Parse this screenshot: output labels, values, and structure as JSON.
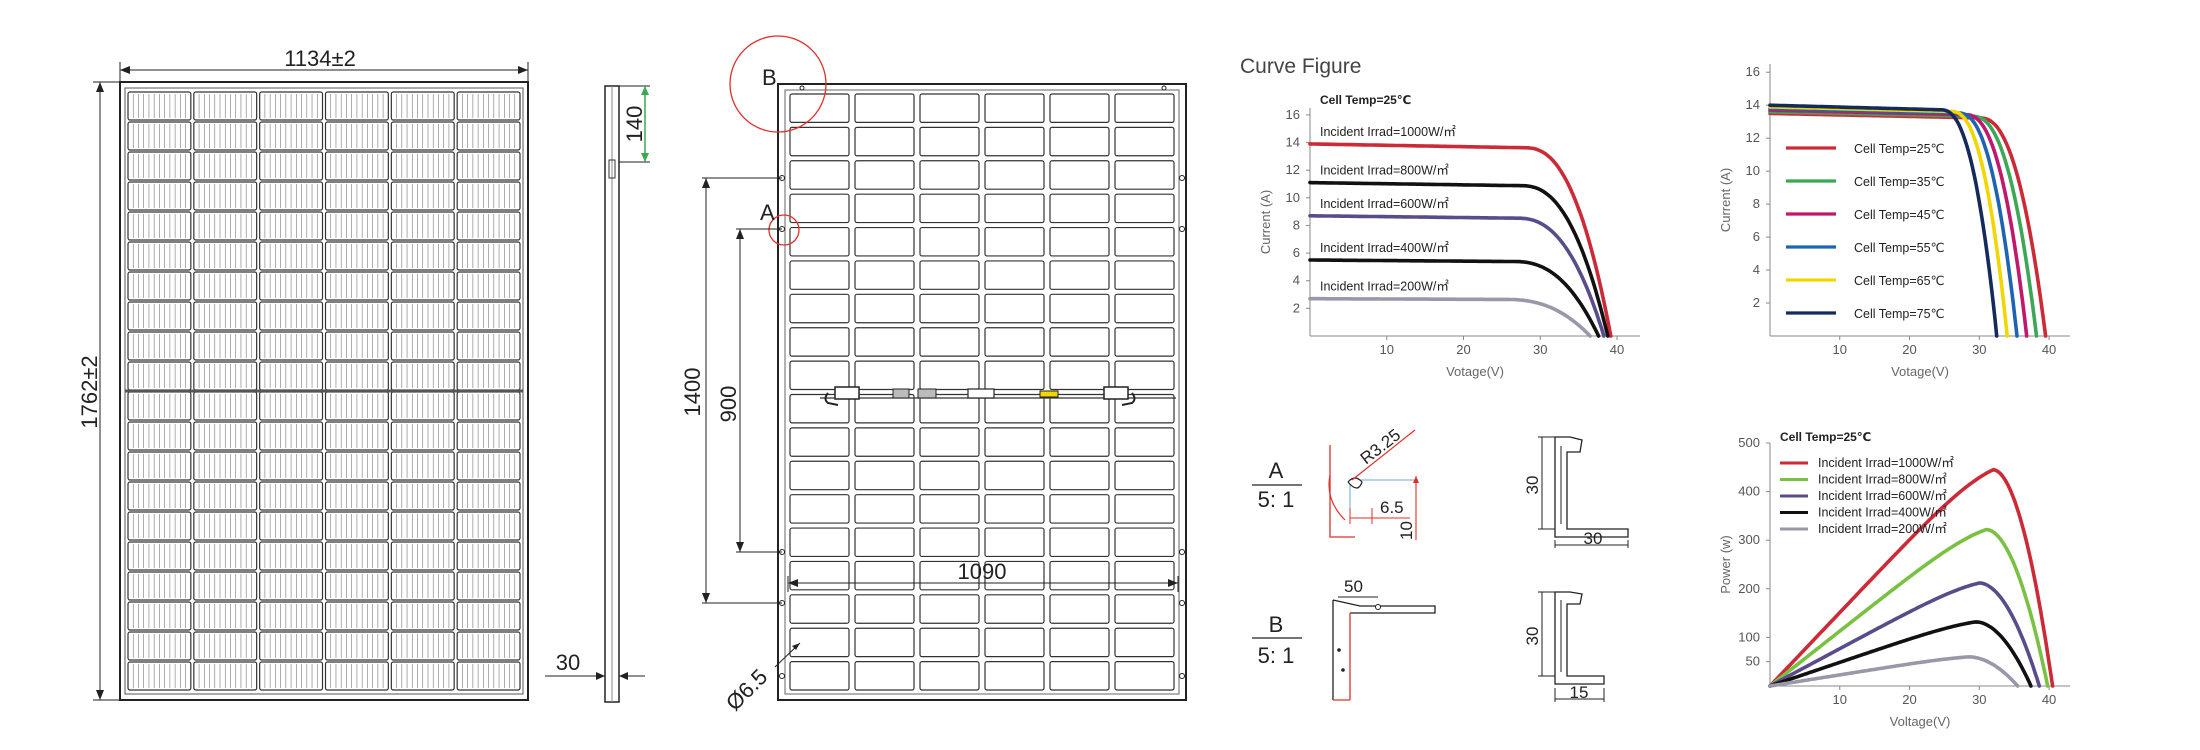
{
  "front_view": {
    "width_label": "1134±2",
    "height_label": "1762±2",
    "columns": 6,
    "rows": 20
  },
  "side_view": {
    "top_label": "140",
    "thickness_label": "30"
  },
  "rear_view": {
    "detail_b": "B",
    "detail_a": "A",
    "height_1400": "1400",
    "height_900": "900",
    "width_1090": "1090",
    "hole_label": "Ø6.5",
    "columns": 6,
    "rows": 18
  },
  "details": {
    "a": {
      "name": "A",
      "scale": "5: 1",
      "r_label": "R3.25",
      "w_label": "6.5",
      "h_label": "10"
    },
    "b": {
      "name": "B",
      "scale": "5: 1",
      "w_label": "50"
    },
    "profile1": {
      "h_label": "30",
      "w_label": "30"
    },
    "profile2": {
      "h_label": "30",
      "w_label": "15"
    }
  },
  "curve_title": "Curve Figure",
  "colors": {
    "red": "#cc2a36",
    "green": "#3aa855",
    "magenta": "#c2186b",
    "blue": "#1f63b3",
    "yellow": "#f2d600",
    "navy": "#142a5c",
    "black": "#111111",
    "purple": "#5a4b8a",
    "gray": "#9a97a8",
    "lightgreen": "#7ac143",
    "dimred": "#e0302a"
  },
  "chart_data": [
    {
      "type": "line",
      "title": "",
      "xlabel": "Votage(V)",
      "ylabel": "Current (A)",
      "xlim": [
        0,
        43
      ],
      "ylim": [
        0,
        16.5
      ],
      "xticks": [
        10,
        20,
        30,
        40
      ],
      "yticks": [
        2,
        4,
        6,
        8,
        10,
        12,
        14,
        16
      ],
      "legend_header": "Cell Temp=25℃",
      "series": [
        {
          "name": "Incident Irrad=1000W/㎡",
          "color": "red",
          "isc": 13.9,
          "knee": 28,
          "voc": 39.2
        },
        {
          "name": "Incident Irrad=800W/㎡",
          "color": "black",
          "isc": 11.1,
          "knee": 27.5,
          "voc": 38.8
        },
        {
          "name": "Incident Irrad=600W/㎡",
          "color": "purple",
          "isc": 8.7,
          "knee": 27,
          "voc": 38.3
        },
        {
          "name": "Incident Irrad=400W/㎡",
          "color": "black",
          "isc": 5.5,
          "knee": 26.5,
          "voc": 37.6
        },
        {
          "name": "Incident Irrad=200W/㎡",
          "color": "gray",
          "isc": 2.7,
          "knee": 25.5,
          "voc": 36.5
        }
      ]
    },
    {
      "type": "line",
      "title": "",
      "xlabel": "Votage(V)",
      "ylabel": "Current (A)",
      "xlim": [
        0,
        43
      ],
      "ylim": [
        0,
        16.5
      ],
      "xticks": [
        10,
        20,
        30,
        40
      ],
      "yticks": [
        2,
        4,
        6,
        8,
        10,
        12,
        14,
        16
      ],
      "series": [
        {
          "name": "Cell Temp=25℃",
          "color": "red",
          "isc": 13.5,
          "knee": 30,
          "voc": 39.5
        },
        {
          "name": "Cell Temp=35℃",
          "color": "green",
          "isc": 13.6,
          "knee": 29,
          "voc": 38.2
        },
        {
          "name": "Cell Temp=45℃",
          "color": "magenta",
          "isc": 13.7,
          "knee": 28,
          "voc": 36.8
        },
        {
          "name": "Cell Temp=55℃",
          "color": "blue",
          "isc": 13.8,
          "knee": 27,
          "voc": 35.4
        },
        {
          "name": "Cell Temp=65℃",
          "color": "yellow",
          "isc": 13.9,
          "knee": 26,
          "voc": 34
        },
        {
          "name": "Cell Temp=75℃",
          "color": "navy",
          "isc": 14,
          "knee": 24.5,
          "voc": 32.5
        }
      ]
    },
    {
      "type": "line",
      "title": "",
      "xlabel": "Voltage(V)",
      "ylabel": "Power (w)",
      "xlim": [
        0,
        43
      ],
      "ylim": [
        0,
        500
      ],
      "xticks": [
        10,
        20,
        30,
        40
      ],
      "yticks": [
        50,
        100,
        200,
        300,
        400,
        500
      ],
      "legend_header": "Cell Temp=25℃",
      "series": [
        {
          "name": "Incident Irrad=1000W/㎡",
          "color": "red",
          "pmax": 445,
          "vmp": 32,
          "voc": 40.5
        },
        {
          "name": "Incident Irrad=800W/㎡",
          "color": "lightgreen",
          "pmax": 322,
          "vmp": 31,
          "voc": 39.8
        },
        {
          "name": "Incident Irrad=600W/㎡",
          "color": "purple",
          "pmax": 212,
          "vmp": 30,
          "voc": 38.6
        },
        {
          "name": "Incident Irrad=400W/㎡",
          "color": "black",
          "pmax": 132,
          "vmp": 29.5,
          "voc": 37.4
        },
        {
          "name": "Incident Irrad=200W/㎡",
          "color": "gray",
          "pmax": 60,
          "vmp": 28.5,
          "voc": 35.5
        }
      ]
    }
  ]
}
